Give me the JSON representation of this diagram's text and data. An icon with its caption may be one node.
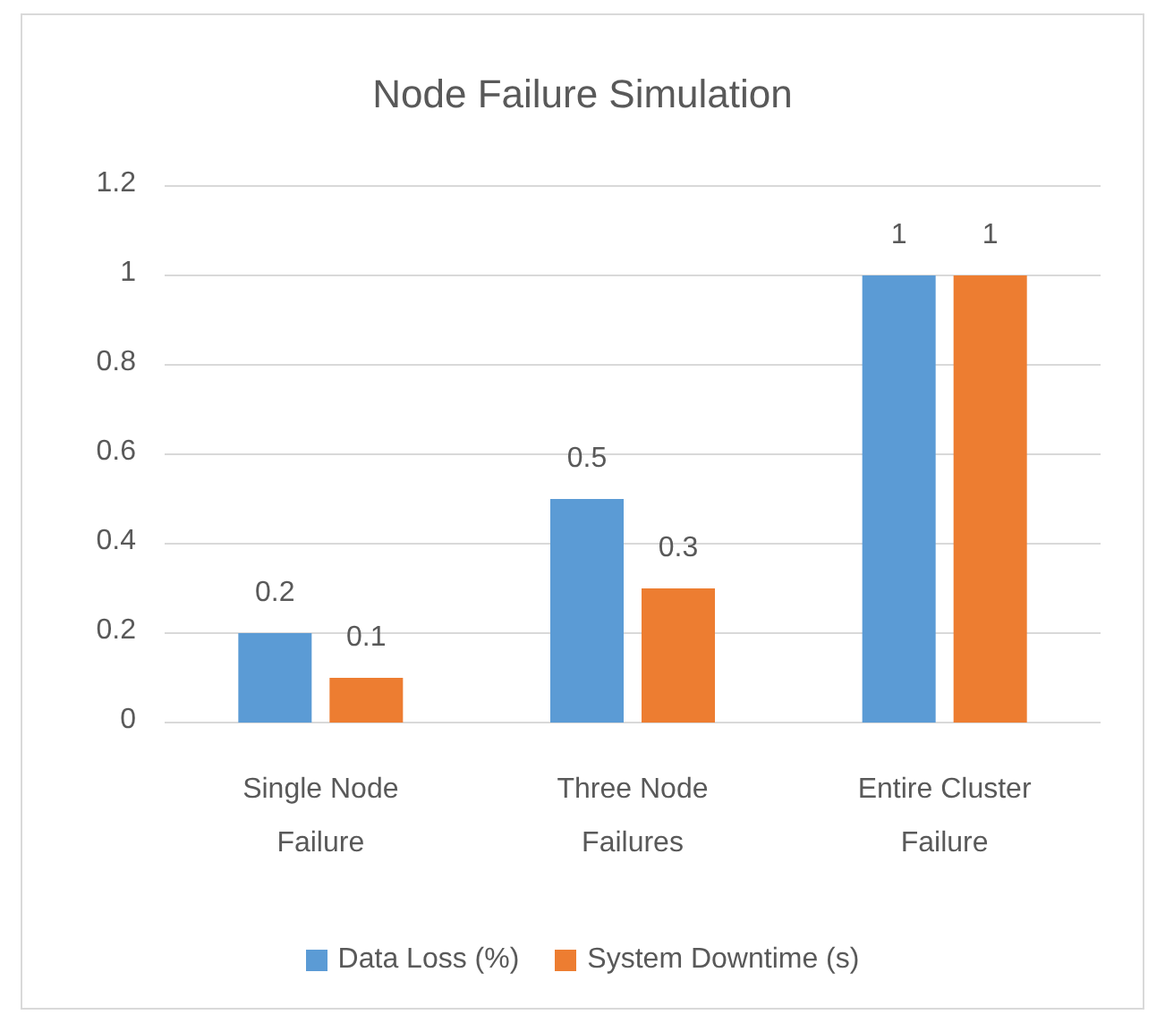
{
  "diagram": {
    "chart_data": {
      "type": "bar",
      "title": "Node Failure Simulation",
      "categories": [
        "Single Node Failure",
        "Three Node Failures",
        "Entire Cluster Failure"
      ],
      "series": [
        {
          "name": "Data Loss (%)",
          "color": "#5b9bd5",
          "values": [
            0.2,
            0.5,
            1
          ]
        },
        {
          "name": "System Downtime (s)",
          "color": "#ed7d31",
          "values": [
            0.1,
            0.3,
            1
          ]
        }
      ],
      "ylim": [
        0,
        1.2
      ],
      "yticks": [
        0,
        0.2,
        0.4,
        0.6,
        0.8,
        1,
        1.2
      ],
      "data_labels": true,
      "grid": true,
      "legend": "bottom"
    }
  }
}
